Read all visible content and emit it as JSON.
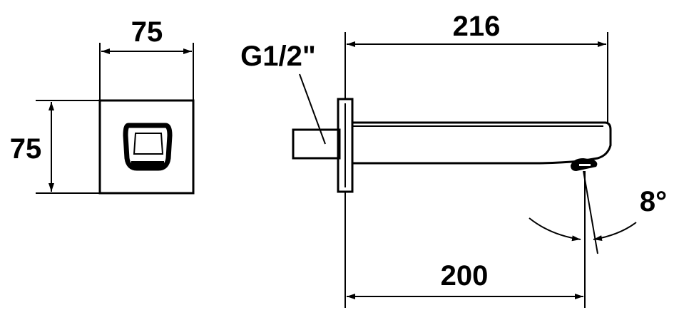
{
  "front_view": {
    "width_label": "75",
    "height_label": "75"
  },
  "side_view": {
    "thread_label": "G1/2\"",
    "overall_length_label": "216",
    "reach_label": "200",
    "angle_label": "8°"
  },
  "colors": {
    "line": "#000000",
    "background": "#ffffff"
  }
}
